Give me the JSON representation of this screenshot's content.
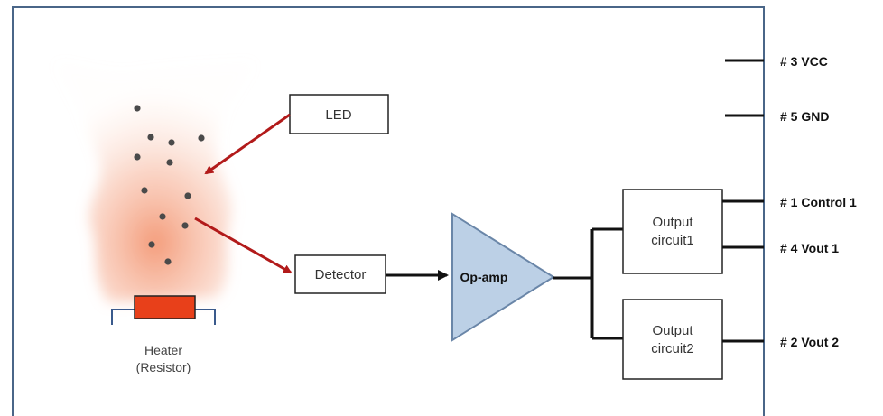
{
  "diagram": {
    "led_label": "LED",
    "detector_label": "Detector",
    "opamp_label": "Op-amp",
    "output1_line1": "Output",
    "output1_line2": "circuit1",
    "output2_line1": "Output",
    "output2_line2": "circuit2",
    "heater_line1": "Heater",
    "heater_line2": "(Resistor)",
    "pins": {
      "vcc": "# 3 VCC",
      "gnd": "# 5 GND",
      "control1": "# 1 Control 1",
      "vout1": "# 4 Vout 1",
      "vout2": "# 2 Vout 2"
    },
    "colors": {
      "frame": "#4a6688",
      "arrow_red": "#b21a1a",
      "heater": "#e8401a",
      "opamp_fill": "#bcd0e6",
      "opamp_stroke": "#6a86a8",
      "bracket": "#3a5a8c",
      "particle": "#4a4a4a",
      "smoke": "#f4a484"
    }
  }
}
